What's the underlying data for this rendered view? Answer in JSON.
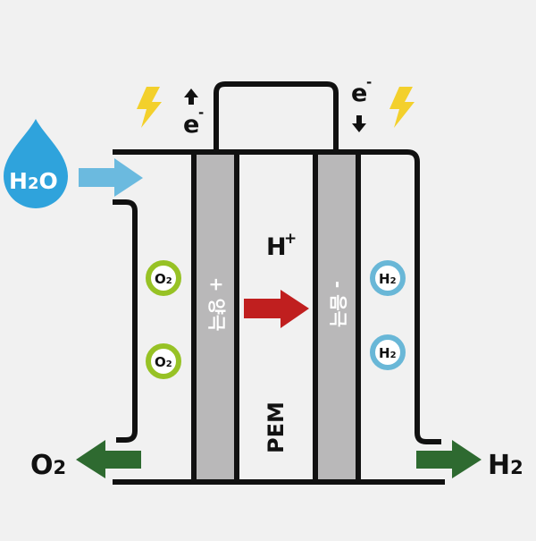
{
  "title": "PEM water electrolysis diagram",
  "colors": {
    "background": "#f1f1f1",
    "line": "#111111",
    "electrode": "#b9b8b9",
    "water": "#2fa3dc",
    "water_arrow": "#6bbadf",
    "proton_arrow": "#c01f1f",
    "output_arrow": "#2e6a30",
    "oxygen_ring": "#97c225",
    "hydrogen_ring": "#69b7d7",
    "lightning": "#f3d02c"
  },
  "input": {
    "water_label_main": "H",
    "water_label_sub": "2",
    "water_label_end": "O"
  },
  "electrons": {
    "left": {
      "symbol": "e",
      "charge": "-",
      "direction": "up"
    },
    "right": {
      "symbol": "e",
      "charge": "-",
      "direction": "down"
    }
  },
  "electrodes": {
    "anode": {
      "label": "+ 양극"
    },
    "cathode": {
      "label": "- 음극"
    }
  },
  "membrane": {
    "label": "PEM",
    "ion": "H",
    "ion_charge": "+"
  },
  "bubbles": {
    "anode_side": [
      {
        "main": "O",
        "sub": "2"
      },
      {
        "main": "O",
        "sub": "2"
      }
    ],
    "cathode_side": [
      {
        "main": "H",
        "sub": "2"
      },
      {
        "main": "H",
        "sub": "2"
      }
    ]
  },
  "outputs": {
    "oxygen": {
      "main": "O",
      "sub": "2"
    },
    "hydrogen": {
      "main": "H",
      "sub": "2"
    }
  }
}
